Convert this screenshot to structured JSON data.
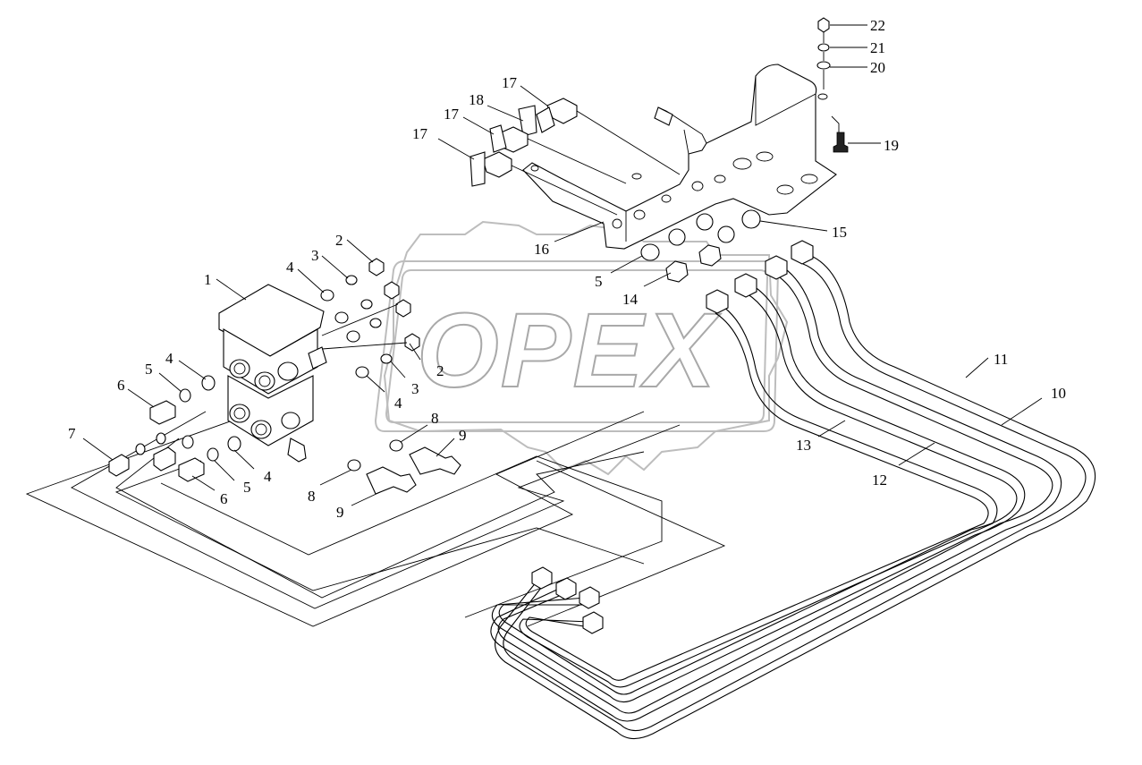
{
  "watermark": {
    "text": "OPEX"
  },
  "callouts": [
    {
      "id": "c1",
      "label": "1"
    },
    {
      "id": "c2a",
      "label": "2"
    },
    {
      "id": "c2b",
      "label": "2"
    },
    {
      "id": "c3a",
      "label": "3"
    },
    {
      "id": "c3b",
      "label": "3"
    },
    {
      "id": "c4a",
      "label": "4"
    },
    {
      "id": "c4b",
      "label": "4"
    },
    {
      "id": "c4c",
      "label": "4"
    },
    {
      "id": "c4d",
      "label": "4"
    },
    {
      "id": "c5a",
      "label": "5"
    },
    {
      "id": "c5b",
      "label": "5"
    },
    {
      "id": "c5c",
      "label": "5"
    },
    {
      "id": "c6a",
      "label": "6"
    },
    {
      "id": "c6b",
      "label": "6"
    },
    {
      "id": "c7",
      "label": "7"
    },
    {
      "id": "c8a",
      "label": "8"
    },
    {
      "id": "c8b",
      "label": "8"
    },
    {
      "id": "c9a",
      "label": "9"
    },
    {
      "id": "c9b",
      "label": "9"
    },
    {
      "id": "c10",
      "label": "10"
    },
    {
      "id": "c11",
      "label": "11"
    },
    {
      "id": "c12",
      "label": "12"
    },
    {
      "id": "c13",
      "label": "13"
    },
    {
      "id": "c14",
      "label": "14"
    },
    {
      "id": "c15",
      "label": "15"
    },
    {
      "id": "c16",
      "label": "16"
    },
    {
      "id": "c17a",
      "label": "17"
    },
    {
      "id": "c17b",
      "label": "17"
    },
    {
      "id": "c17c",
      "label": "17"
    },
    {
      "id": "c18",
      "label": "18"
    },
    {
      "id": "c19",
      "label": "19"
    },
    {
      "id": "c20",
      "label": "20"
    },
    {
      "id": "c21",
      "label": "21"
    },
    {
      "id": "c22",
      "label": "22"
    }
  ]
}
